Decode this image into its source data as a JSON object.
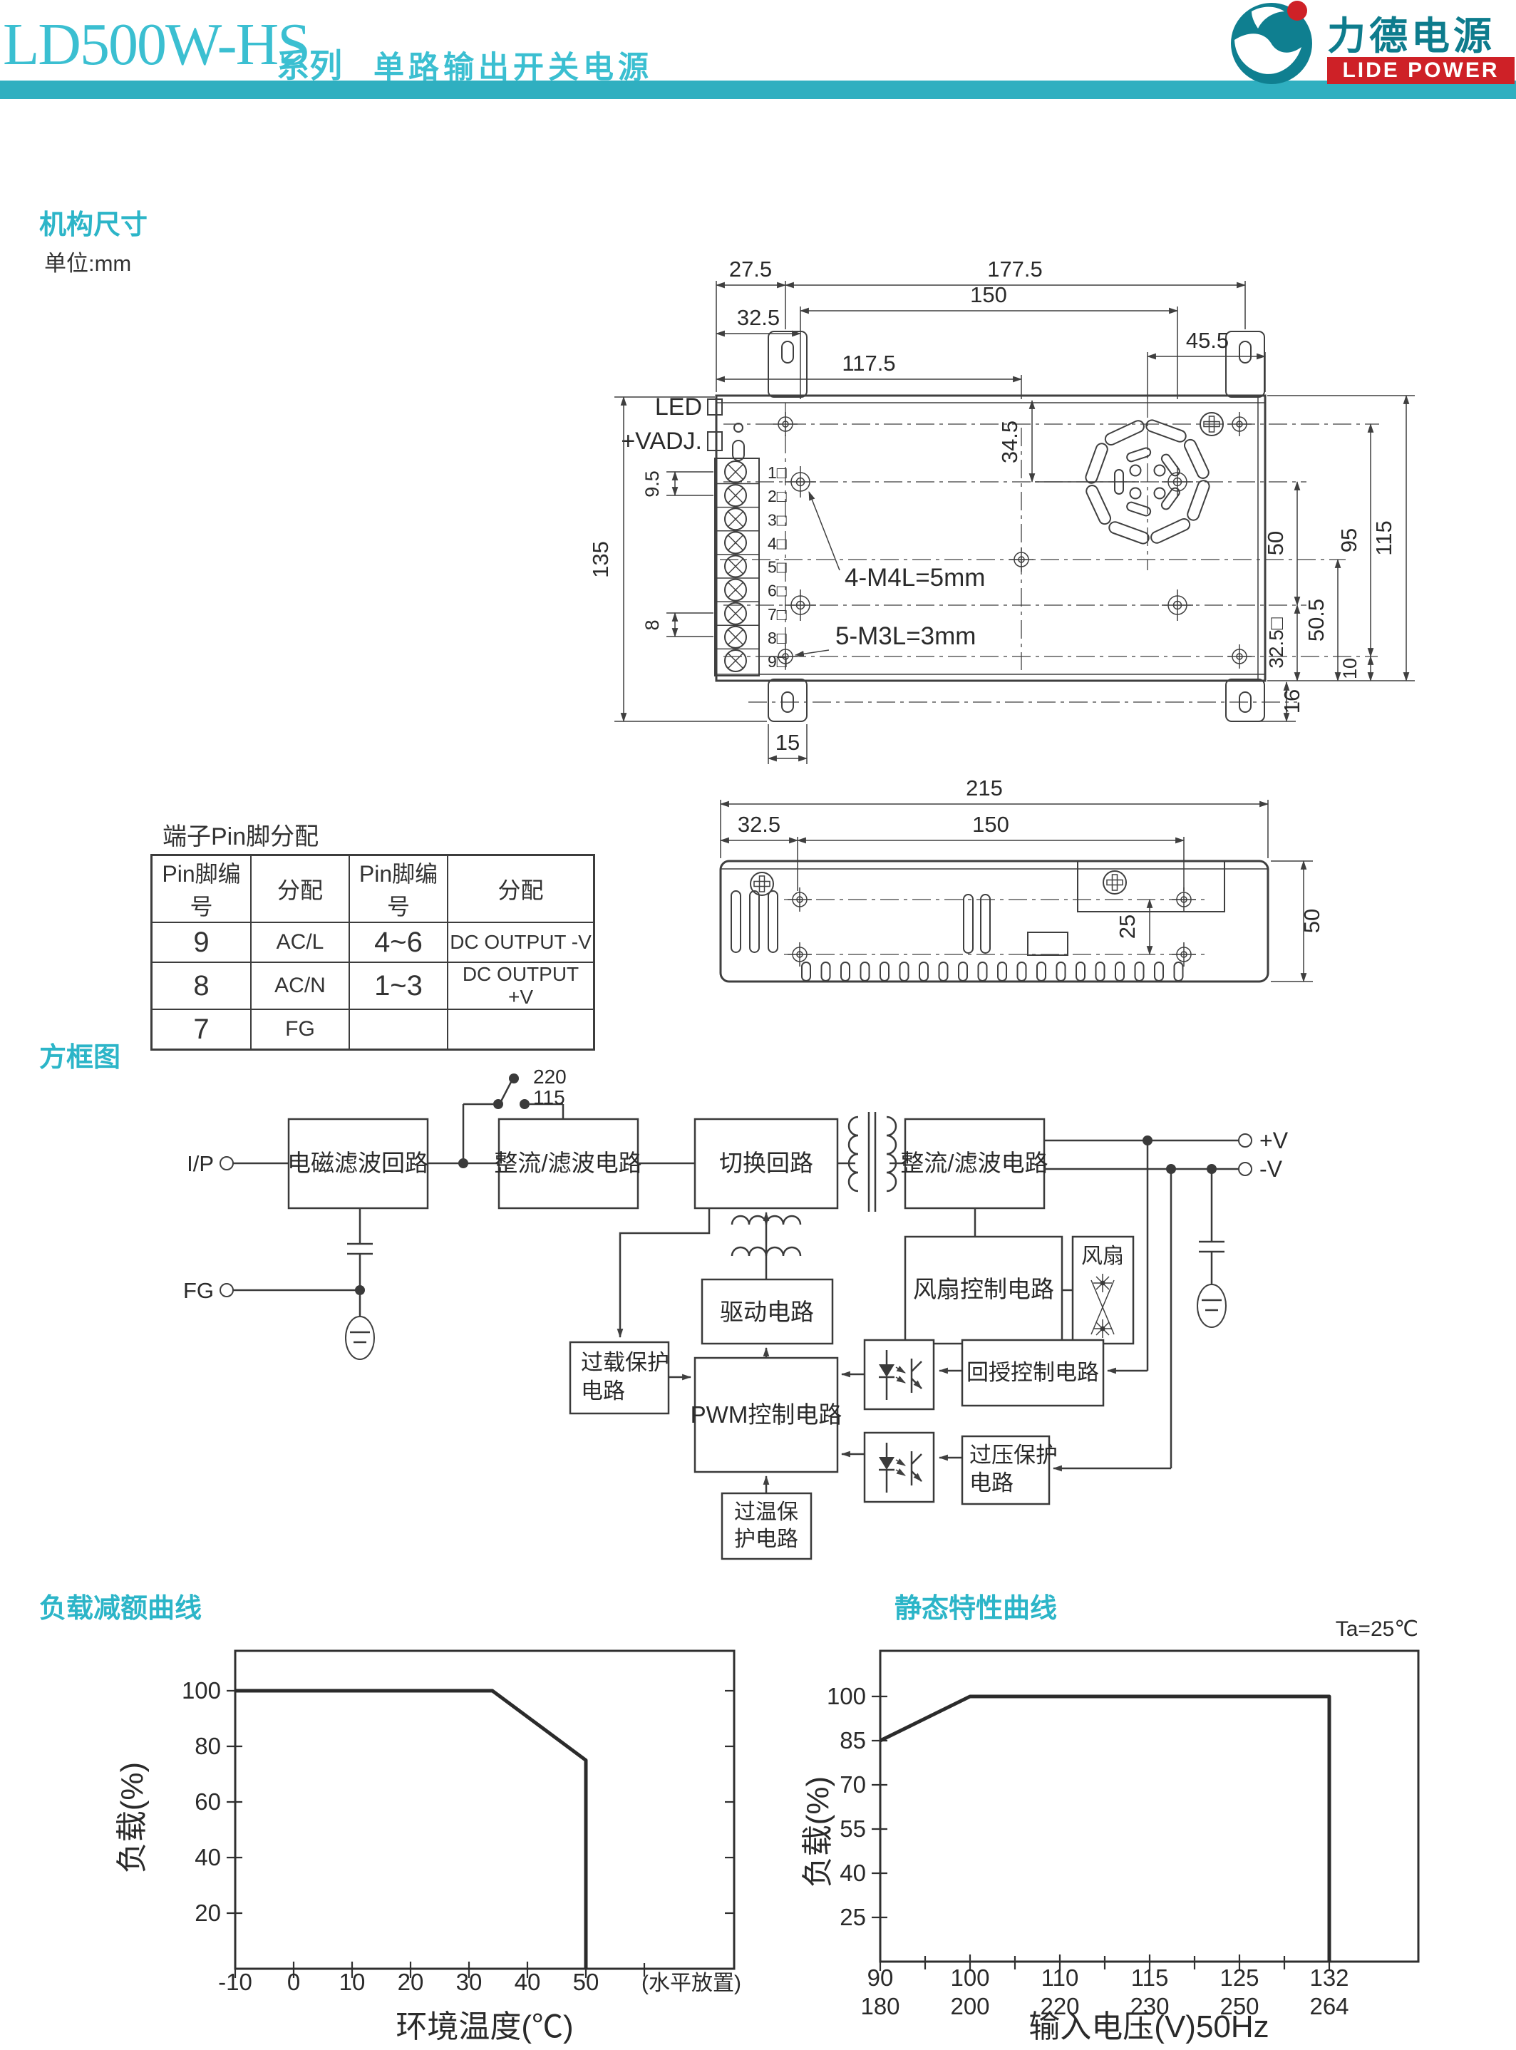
{
  "header": {
    "model": "LD500W-HS",
    "series": "系列",
    "subtitle": "单路输出开关电源",
    "logo_text_cn": "力德电源",
    "logo_text_en": "LIDE POWER"
  },
  "colors": {
    "title_cyan": "#3bbfd1",
    "section_cyan": "#2cb5c8",
    "bar_teal": "#2fafc0",
    "logo_teal": "#0e7c8d",
    "logo_red": "#ce2127",
    "line": "#3f3f3f"
  },
  "sections": {
    "mech": "机构尺寸",
    "unit": "单位:mm",
    "block": "方框图"
  },
  "mech": {
    "dims_top": [
      "27.5",
      "177.5",
      "150",
      "32.5",
      "45.5",
      "117.5"
    ],
    "dims_left": [
      "135",
      "9.5",
      "8"
    ],
    "dims_inner": [
      "34.5"
    ],
    "dims_right": [
      "50",
      "95",
      "115",
      "50.5",
      "32.5□",
      "10",
      "16"
    ],
    "dims_bottom": [
      "15"
    ],
    "labels": {
      "led": "LED",
      "vadj": "+VADJ.",
      "m4": "4-M4L=5mm",
      "m3": "5-M3L=3mm"
    },
    "terminals": [
      "1□",
      "2□",
      "3□",
      "4□",
      "5□",
      "6□",
      "7□",
      "8□",
      "9□"
    ]
  },
  "side": {
    "dims": [
      "215",
      "32.5",
      "150",
      "25",
      "50"
    ]
  },
  "pin_table": {
    "title": "端子Pin脚分配",
    "headers": [
      "Pin脚编号",
      "分配",
      "Pin脚编号",
      "分配"
    ],
    "rows": [
      [
        "9",
        "AC/L",
        "4~6",
        "DC OUTPUT -V"
      ],
      [
        "8",
        "AC/N",
        "1~3",
        "DC OUTPUT +V"
      ],
      [
        "7",
        "FG",
        "",
        ""
      ]
    ]
  },
  "block": {
    "io": {
      "ip": "I/P",
      "fg": "FG",
      "vplus": "+V",
      "vminus": "-V"
    },
    "switch": {
      "pos1": "220",
      "pos2": "115"
    },
    "boxes": {
      "emi": "电磁滤波回路",
      "rect1": "整流/滤波电路",
      "sw": "切换回路",
      "rect2": "整流/滤波电路",
      "fanctl": "风扇控制电路",
      "fan": "风扇",
      "drv": "驱动电路",
      "ovl_l1": "过载保护",
      "ovl_l2": "电路",
      "pwm": "PWM控制电路",
      "otp_l1": "过温保",
      "otp_l2": "护电路",
      "fb": "回授控制电路",
      "ovp_l1": "过压保护",
      "ovp_l2": "电路"
    }
  },
  "chart_data": [
    {
      "type": "line",
      "title": "负载减额曲线",
      "xlabel": "环境温度(℃)",
      "ylabel": "负载(%)",
      "x_note": "(水平放置)",
      "x": [
        -10,
        34,
        50,
        50
      ],
      "y": [
        100,
        100,
        75,
        0
      ],
      "xticks": [
        -10,
        0,
        10,
        20,
        30,
        40,
        50
      ],
      "xticks_minor": [
        60
      ],
      "yticks": [
        20,
        40,
        60,
        80,
        100
      ],
      "xlim": [
        -10,
        78
      ],
      "ylim": [
        0,
        114
      ],
      "grid": false,
      "legend": null
    },
    {
      "type": "line",
      "title": "静态特性曲线",
      "annotation": "Ta=25℃",
      "xlabel": "输入电压(V)50Hz",
      "ylabel": "负载(%)",
      "x": [
        90,
        100,
        132,
        132
      ],
      "y": [
        85,
        100,
        100,
        0
      ],
      "xticks": [
        90,
        100,
        110,
        115,
        125,
        132
      ],
      "xtick_labels": [
        [
          "90",
          "180"
        ],
        [
          "100",
          "200"
        ],
        [
          "110",
          "220"
        ],
        [
          "115",
          "230"
        ],
        [
          "125",
          "250"
        ],
        [
          "132",
          "264"
        ]
      ],
      "yticks": [
        25,
        40,
        55,
        70,
        85,
        100
      ],
      "xlim": [
        90,
        138
      ],
      "ylim": [
        0,
        105
      ],
      "grid": false,
      "legend": null,
      "axis_note": "x ticks evenly spaced"
    }
  ]
}
